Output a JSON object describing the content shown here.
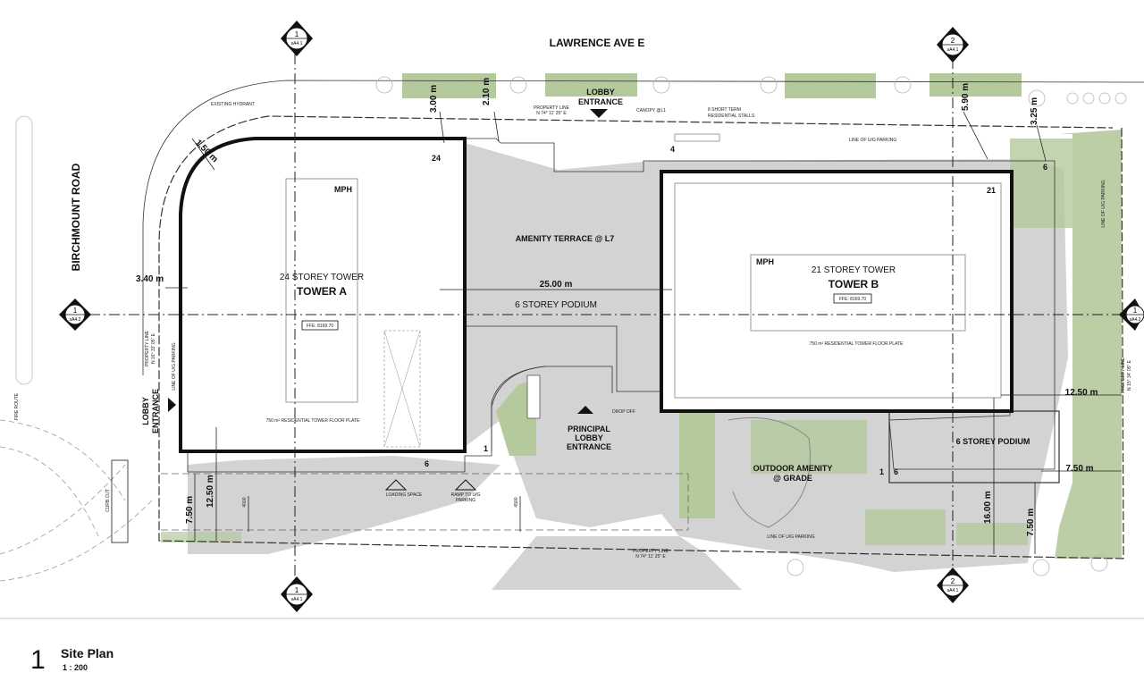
{
  "drawing": {
    "streets": {
      "north": "LAWRENCE AVE E",
      "west": "BIRCHMOUNT ROAD"
    },
    "towers": {
      "a": {
        "storeys": "24 STOREY TOWER",
        "name": "TOWER A",
        "mph": "MPH",
        "ffe": "FFE: 8169.70",
        "floor_plate": "750 m² RESIDENTIAL TOWER FLOOR PLATE"
      },
      "b": {
        "storeys": "21 STOREY TOWER",
        "name": "TOWER B",
        "mph": "MPH",
        "ffe": "FFE: 8169.70",
        "floor_plate": "750 m² RESIDENTIAL TOWER FLOOR PLATE"
      }
    },
    "podium": {
      "center": "6 STOREY PODIUM",
      "east": "6 STOREY PODIUM"
    },
    "labels": {
      "amenity_terrace": "AMENITY TERRACE @ L7",
      "outdoor_amenity_1": "OUTDOOR AMENITY",
      "outdoor_amenity_2": "@ GRADE",
      "principal_lobby_1": "PRINCIPAL",
      "principal_lobby_2": "LOBBY",
      "principal_lobby_3": "ENTRANCE",
      "lobby_north_1": "LOBBY",
      "lobby_north_2": "ENTRANCE",
      "lobby_west_1": "LOBBY",
      "lobby_west_2": "ENTRANCE",
      "loading": "LOADING SPACE",
      "ramp_1": "RAMP TO U/G",
      "ramp_2": "PARKING",
      "drop_off": "DROP OFF",
      "existing_hydrant": "EXISTING HYDRANT",
      "canopy": "CANOPY @L1",
      "short_term_1": "8 SHORT TERM",
      "short_term_2": "RESIDENTIAL STALLS",
      "parking_line_north": "LINE OF U/G PARKING",
      "parking_line_south": "LINE OF U/G PARKING",
      "parking_line_east": "LINE OF U/G PARKING",
      "parking_line_west": "LINE OF U/G PARKING",
      "pl_north_1": "PROPERTY LINE",
      "pl_north_2": "N 74° 11' 25\" E",
      "pl_south_1": "PROPERTY LINE",
      "pl_south_2": "N 74° 11' 25\" E",
      "pl_west_1": "PROPERTY LINE",
      "pl_west_2": "N 16° 33' 05\" E",
      "pl_east_1": "PROPERTY LINE",
      "pl_east_2": "N 15° 34' 05\" E",
      "fire_route": "FIRE ROUTE",
      "curb_cut": "CURB CUT",
      "dim_4000": "4000",
      "dim_4500": "4500"
    },
    "storey_tags": {
      "t24": "24",
      "t21": "21",
      "t4": "4",
      "t6ne": "6",
      "t1a": "1",
      "t6a": "6",
      "t1b": "1",
      "t6b": "6"
    },
    "dimensions": {
      "d150": "1.50 m",
      "d300": "3.00 m",
      "d210": "2.10 m",
      "d590": "5.90 m",
      "d325": "3.25 m",
      "d340": "3.40 m",
      "d2500": "25.00 m",
      "d1250e": "12.50 m",
      "d750e": "7.50 m",
      "d750sw": "7.50 m",
      "d1250sw": "12.50 m",
      "d1600": "16.00 m",
      "d750se": "7.50 m"
    },
    "grid_markers": {
      "top1": {
        "num": "1",
        "ref": "sA4.1"
      },
      "top2": {
        "num": "2",
        "ref": "sA4.1"
      },
      "bot1": {
        "num": "1",
        "ref": "sA4.1"
      },
      "bot2": {
        "num": "2",
        "ref": "sA4.1"
      },
      "left1": {
        "num": "1",
        "ref": "sA4.2"
      },
      "right1": {
        "num": "1",
        "ref": "sA4.2"
      }
    }
  },
  "title_block": {
    "number": "1",
    "name": "Site Plan",
    "scale": "1 : 200"
  },
  "colors": {
    "landscape": "#b4c99c",
    "shadow": "#d3d3d3",
    "line": "#111111"
  }
}
